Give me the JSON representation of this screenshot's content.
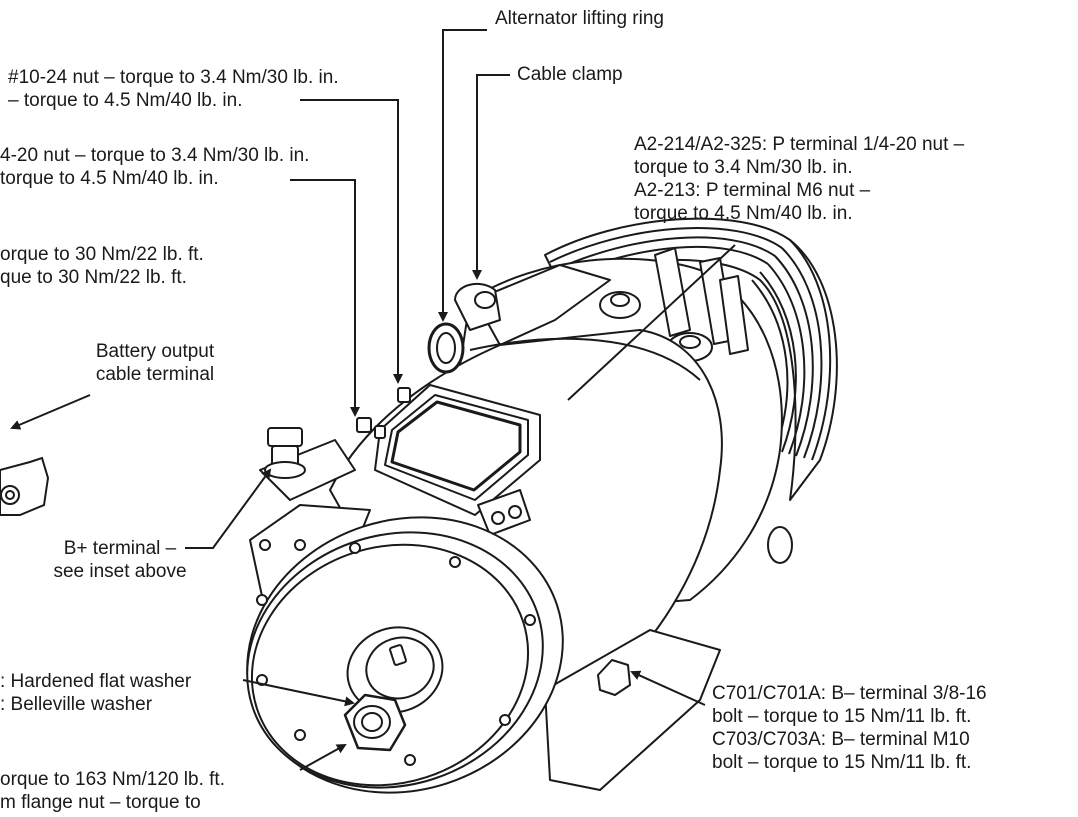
{
  "colors": {
    "ink": "#1a1a1a",
    "paper": "#ffffff"
  },
  "labels": {
    "lifting_ring": "Alternator lifting ring",
    "cable_clamp": "Cable clamp",
    "nut_a": {
      "line1": "#10-24 nut – torque to 3.4 Nm/30 lb. in.",
      "line2": "– torque to 4.5 Nm/40 lb. in."
    },
    "nut_b": {
      "line1": "4-20 nut – torque to 3.4 Nm/30 lb. in.",
      "line2": "torque to 4.5 Nm/40 lb. in."
    },
    "torque_30": {
      "line1": "orque to 30 Nm/22 lb. ft.",
      "line2": "que to 30 Nm/22 lb. ft."
    },
    "battery_output": {
      "line1": "Battery output",
      "line2": "cable terminal"
    },
    "p_terminal": {
      "line1": "A2-214/A2-325: P terminal 1/4-20 nut –",
      "line2": "torque to 3.4 Nm/30 lb. in.",
      "line3": "A2-213: P terminal M6 nut –",
      "line4": "torque to 4.5 Nm/40 lb. in."
    },
    "b_plus": {
      "line1": "B+ terminal –",
      "line2": "see inset above"
    },
    "washers": {
      "line1": ": Hardened flat washer",
      "line2": ": Belleville washer"
    },
    "flange": {
      "line1": "orque to 163 Nm/120 lb. ft.",
      "line2": "m flange nut – torque to"
    },
    "b_minus": {
      "line1": "C701/C701A: B– terminal 3/8-16",
      "line2": "bolt – torque to 15 Nm/11 lb. ft.",
      "line3": "C703/C703A: B– terminal M10",
      "line4": "bolt – torque to 15 Nm/11 lb. ft."
    }
  }
}
